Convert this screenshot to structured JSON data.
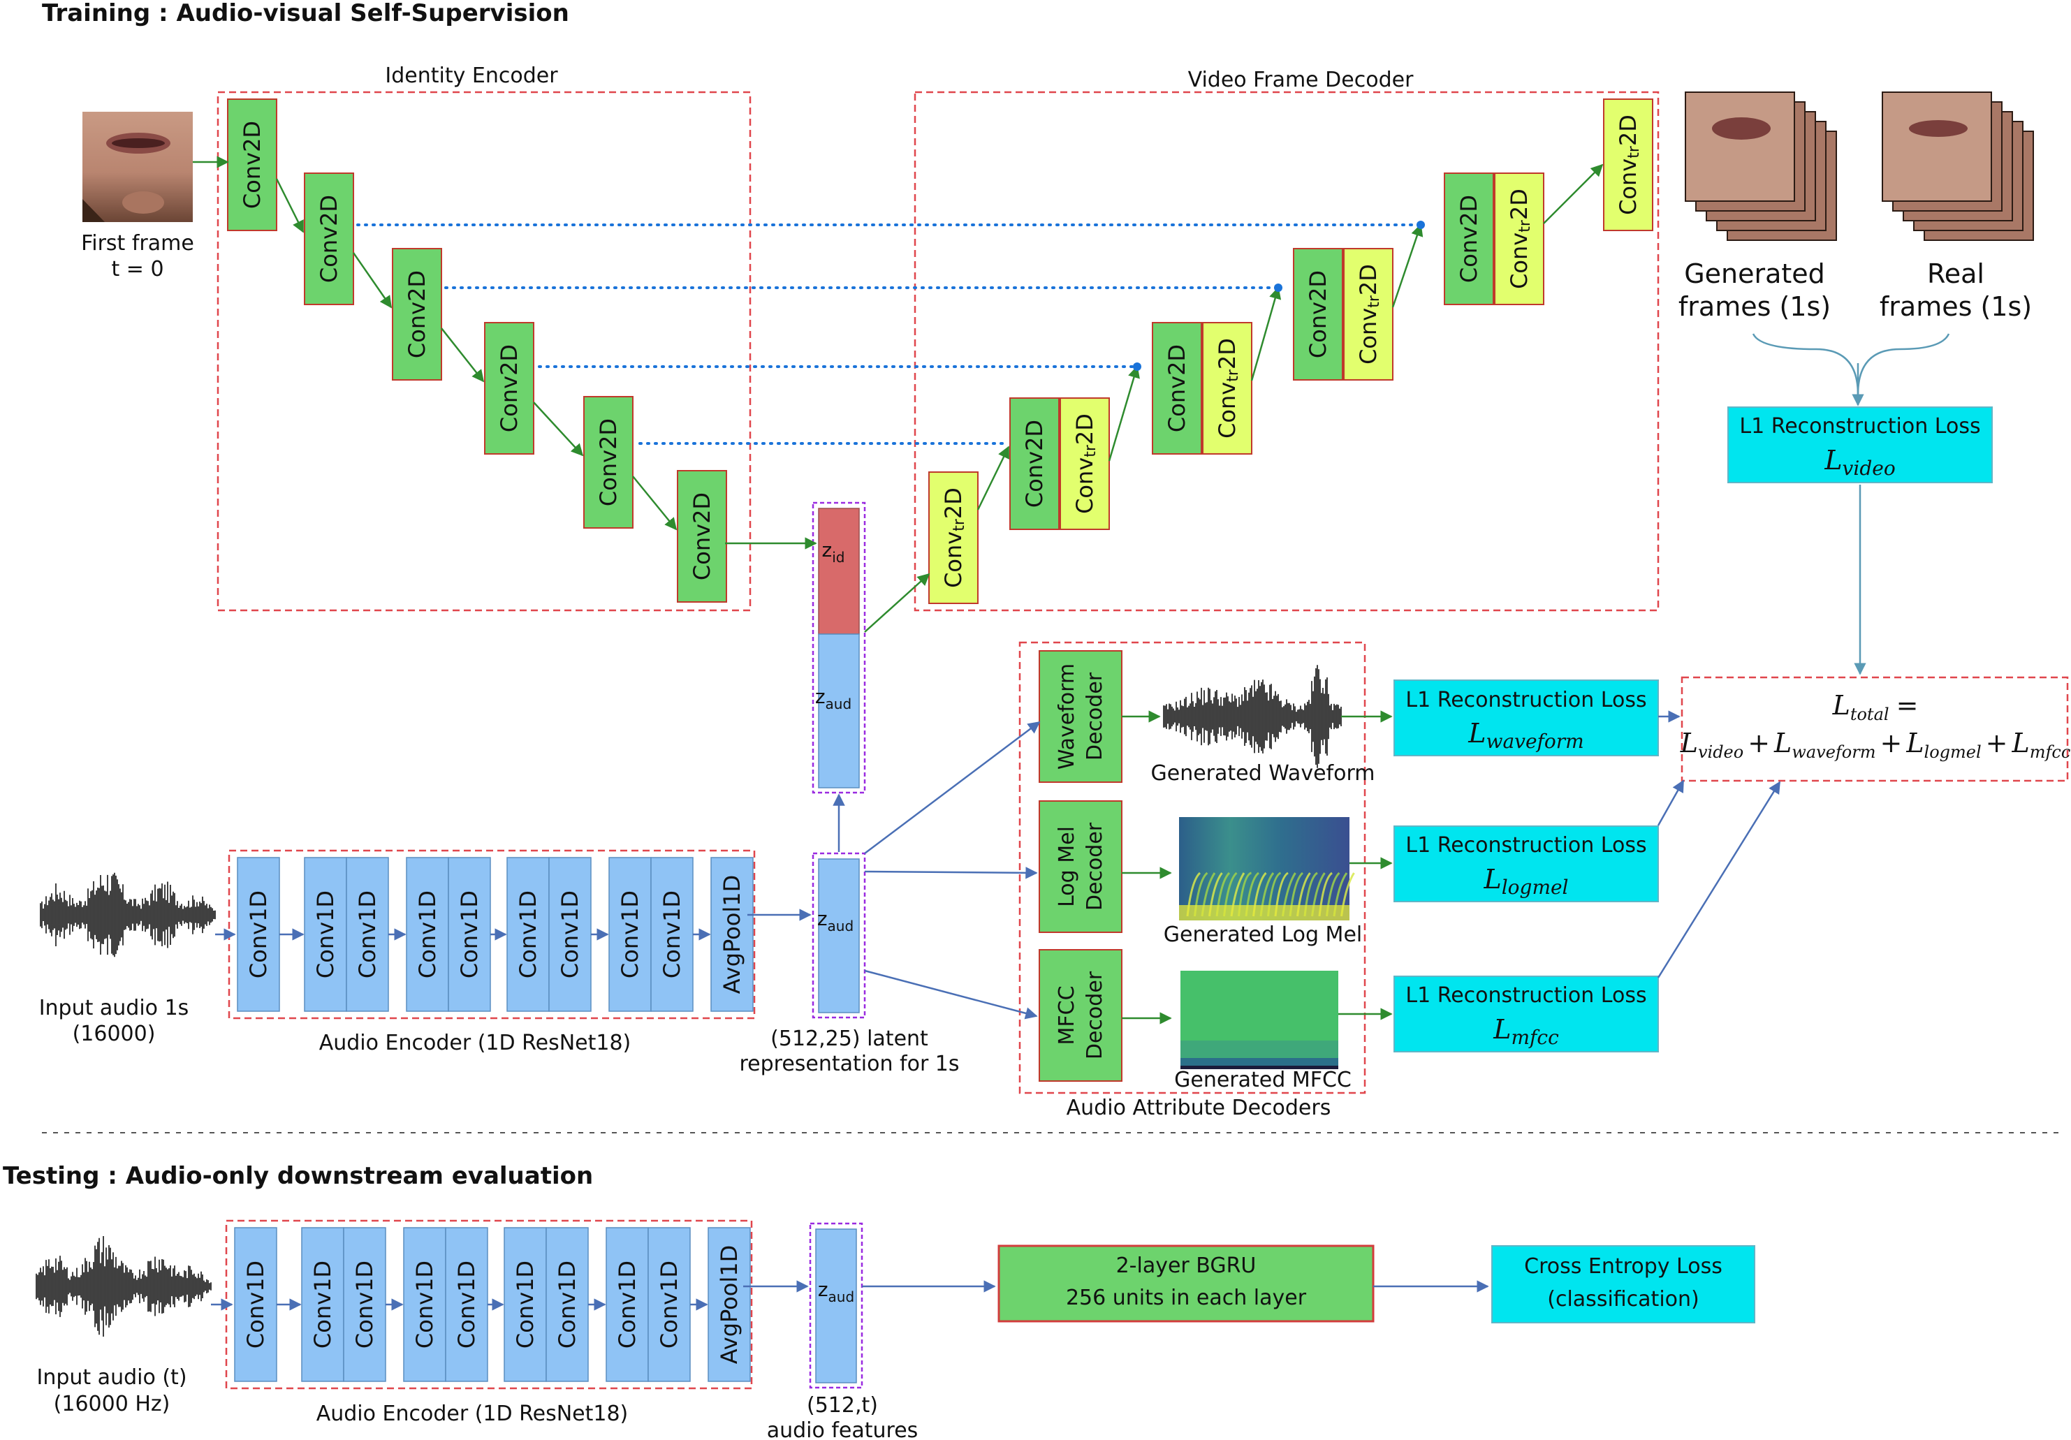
{
  "sections": {
    "training_title": "Training : Audio-visual Self-Supervision",
    "testing_title": "Testing : Audio-only downstream evaluation"
  },
  "identity_encoder": {
    "title": "Identity Encoder",
    "block_label": "Conv2D",
    "input_caption_1": "First frame",
    "input_caption_2": "t = 0"
  },
  "video_decoder": {
    "title": "Video Frame Decoder",
    "conv_label": "Conv2D",
    "convtr_main": "Conv",
    "convtr_sub": "tr",
    "convtr_tail": "2D"
  },
  "latent": {
    "z_main": "z",
    "id_sub": "id",
    "aud_sub": "aud",
    "caption_1": "(512,25) latent",
    "caption_2": "representation for 1s"
  },
  "frames": {
    "generated_1": "Generated",
    "generated_2": "frames (1s)",
    "real_1": "Real",
    "real_2": "frames (1s)"
  },
  "audio_encoder": {
    "title": "Audio Encoder (1D ResNet18)",
    "conv_label": "Conv1D",
    "pool_label": "AvgPool1D",
    "input_caption_1": "Input audio 1s",
    "input_caption_2": "(16000)"
  },
  "attribute_decoders": {
    "title": "Audio Attribute Decoders",
    "waveform_1": "Waveform",
    "waveform_2": "Decoder",
    "logmel_1": "Log Mel",
    "logmel_2": "Decoder",
    "mfcc_1": "MFCC",
    "mfcc_2": "Decoder",
    "gen_waveform": "Generated Waveform",
    "gen_logmel": "Generated Log Mel",
    "gen_mfcc": "Generated MFCC"
  },
  "losses": {
    "l1_label": "L1 Reconstruction Loss",
    "L": "L",
    "video_sub": "video",
    "waveform_sub": "waveform",
    "logmel_sub": "logmel",
    "mfcc_sub": "mfcc",
    "total_sub": "total",
    "eq": "=",
    "plus": "+"
  },
  "testing": {
    "conv_label": "Conv1D",
    "pool_label": "AvgPool1D",
    "encoder_title": "Audio Encoder (1D ResNet18)",
    "input_caption_1": "Input audio (t)",
    "input_caption_2": "(16000 Hz)",
    "feat_caption_1": "(512,t)",
    "feat_caption_2": "audio features",
    "bgru_1": "2-layer BGRU",
    "bgru_2": "256 units in each layer",
    "ce_1": "Cross Entropy Loss",
    "ce_2": "(classification)"
  },
  "colors": {
    "green_block": "#6dd36d",
    "green_border": "#c0392b",
    "yellow_block": "#e2ff6e",
    "blue_block": "#8fc3f5",
    "red_block": "#d86a6a",
    "cyan_box": "#00e5ef",
    "dashed_red": "#e0464c",
    "dashed_purple": "#9a2be0",
    "arrow_green": "#2e8b2e",
    "arrow_blue": "#4a6fb5",
    "dotted_blue": "#1a73d9"
  }
}
